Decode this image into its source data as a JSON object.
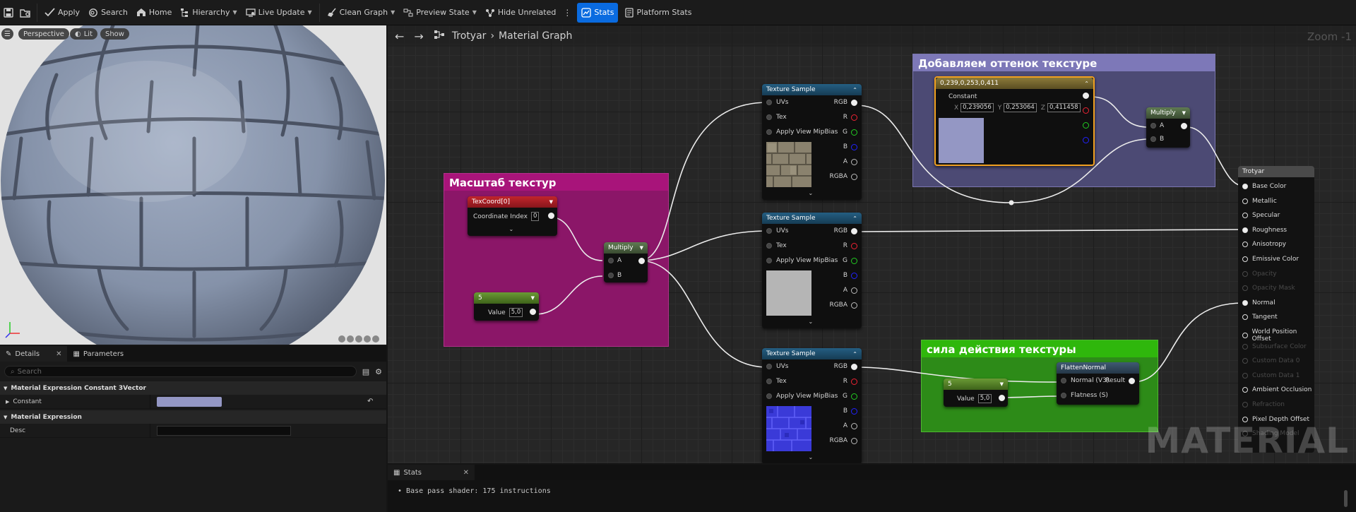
{
  "toolbar": {
    "apply": "Apply",
    "search": "Search",
    "home": "Home",
    "hierarchy": "Hierarchy",
    "live_update": "Live Update",
    "clean_graph": "Clean Graph",
    "preview_state": "Preview State",
    "hide_unrelated": "Hide Unrelated",
    "stats": "Stats",
    "platform_stats": "Platform Stats"
  },
  "viewport": {
    "perspective": "Perspective",
    "lit": "Lit",
    "show": "Show"
  },
  "details": {
    "tab_details": "Details",
    "tab_parameters": "Parameters",
    "search_placeholder": "Search",
    "cat_constant3vector": "Material Expression Constant 3Vector",
    "prop_constant": "Constant",
    "constant_color": "#9497c4",
    "cat_material_expression": "Material Expression",
    "prop_desc": "Desc"
  },
  "graph": {
    "breadcrumb_asset": "Trotyar",
    "breadcrumb_graph": "Material Graph",
    "zoom": "Zoom -1"
  },
  "comments": {
    "scale": "Масштаб текстур",
    "tint": "Добавляем оттенок текстуре",
    "strength": "сила действия текстуры"
  },
  "nodes": {
    "texcoord": {
      "title": "TexCoord[0]",
      "index_label": "Coordinate Index",
      "index_value": "0"
    },
    "const5a": {
      "title": "5",
      "value_label": "Value",
      "value": "5,0"
    },
    "multiply1": {
      "title": "Multiply",
      "a": "A",
      "b": "B"
    },
    "tex1": {
      "title": "Texture Sample"
    },
    "tex2": {
      "title": "Texture Sample"
    },
    "tex3": {
      "title": "Texture Sample"
    },
    "tex_pins": {
      "uvs": "UVs",
      "tex": "Tex",
      "mip": "Apply View MipBias",
      "rgb": "RGB",
      "r": "R",
      "g": "G",
      "b": "B",
      "a": "A",
      "rgba": "RGBA"
    },
    "vec3": {
      "title": "0,239,0,253,0,411",
      "const_label": "Constant",
      "xl": "X",
      "x": "0,239056",
      "yl": "Y",
      "y": "0,253064",
      "zl": "Z",
      "z": "0,411458",
      "swatch": "#9497c4"
    },
    "multiply2": {
      "title": "Multiply",
      "a": "A",
      "b": "B"
    },
    "const5b": {
      "title": "5",
      "value_label": "Value",
      "value": "5,0"
    },
    "flatten": {
      "title": "FlattenNormal",
      "normal": "Normal (V3)",
      "flatness": "Flatness (S)",
      "result": "Result"
    }
  },
  "material_node": {
    "title": "Trotyar",
    "pins": [
      {
        "label": "Base Color",
        "state": "connected"
      },
      {
        "label": "Metallic",
        "state": "open"
      },
      {
        "label": "Specular",
        "state": "open"
      },
      {
        "label": "Roughness",
        "state": "connected"
      },
      {
        "label": "Anisotropy",
        "state": "open"
      },
      {
        "label": "Emissive Color",
        "state": "open"
      },
      {
        "label": "Opacity",
        "state": "disabled"
      },
      {
        "label": "Opacity Mask",
        "state": "disabled"
      },
      {
        "label": "Normal",
        "state": "connected"
      },
      {
        "label": "Tangent",
        "state": "open"
      },
      {
        "label": "World Position Offset",
        "state": "open"
      },
      {
        "label": "Subsurface Color",
        "state": "disabled"
      },
      {
        "label": "Custom Data 0",
        "state": "disabled"
      },
      {
        "label": "Custom Data 1",
        "state": "disabled"
      },
      {
        "label": "Ambient Occlusion",
        "state": "open"
      },
      {
        "label": "Refraction",
        "state": "disabled"
      },
      {
        "label": "Pixel Depth Offset",
        "state": "open"
      },
      {
        "label": "Shading Model",
        "state": "disabled"
      }
    ]
  },
  "watermark": "MATERIAL",
  "stats": {
    "tab": "Stats",
    "line": "Base pass shader: 175 instructions"
  }
}
